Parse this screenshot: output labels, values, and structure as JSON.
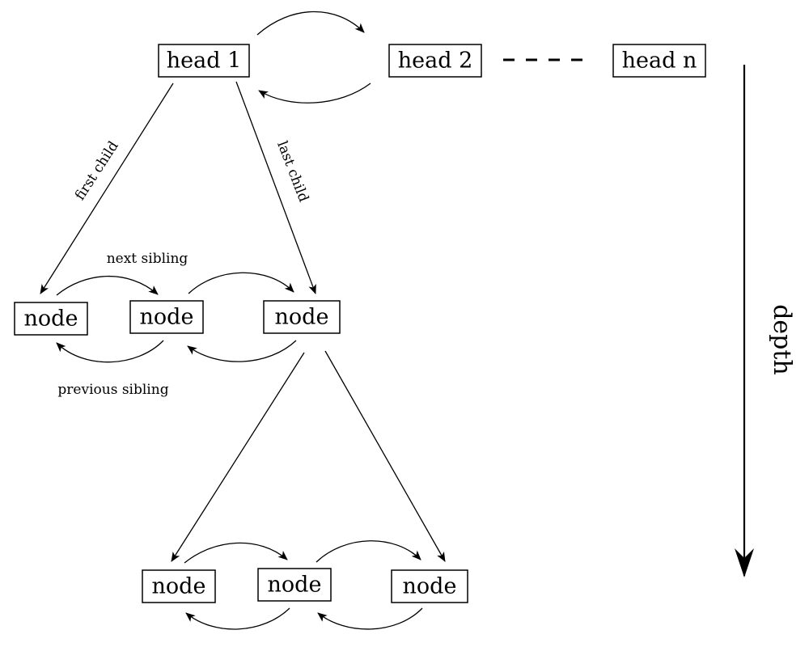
{
  "diagram": {
    "heads": {
      "head1": "head 1",
      "head2": "head 2",
      "headn": "head n"
    },
    "nodes": {
      "level1": [
        "node",
        "node",
        "node"
      ],
      "level2": [
        "node",
        "node",
        "node"
      ]
    },
    "edge_labels": {
      "first_child": "first child",
      "last_child": "last child",
      "next_sibling": "next sibling",
      "previous_sibling": "previous sibling"
    },
    "axis_label": "depth"
  }
}
